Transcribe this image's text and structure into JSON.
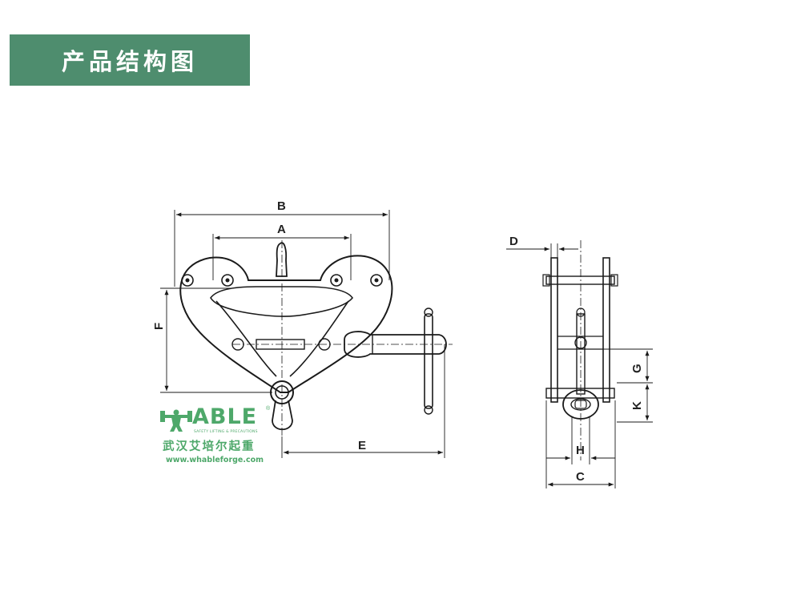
{
  "banner": {
    "title": "产品结构图"
  },
  "dimensions": {
    "front": [
      "B",
      "A",
      "F",
      "E"
    ],
    "side": [
      "D",
      "G",
      "K",
      "H",
      "C"
    ]
  },
  "logo": {
    "brand": "ABLE",
    "registered": "®",
    "tagline": "SAFETY LIFTING & PRECAUTIONS",
    "company_cn": "武汉艾培尔起重",
    "website": "www.whableforge.com",
    "color": "#4ea86a"
  },
  "colors": {
    "banner_bg": "#4e8d6e",
    "banner_text": "#ffffff",
    "line": "#1a1a1a"
  }
}
